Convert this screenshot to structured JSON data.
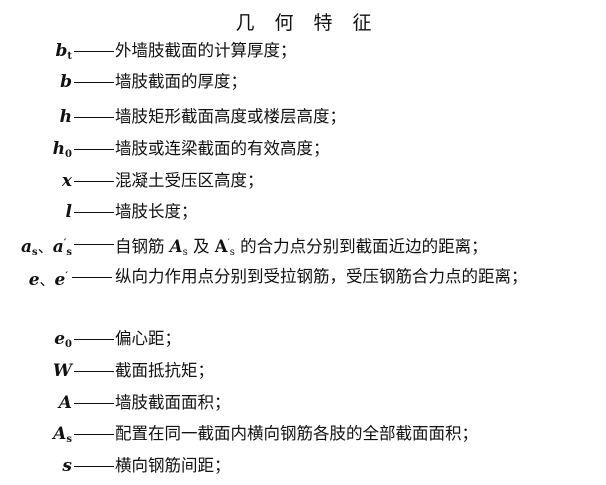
{
  "heading": "几 何 特 征",
  "entries": [
    {
      "symbol": "b",
      "sub": "t",
      "sup": "",
      "sym2": "",
      "sub2": "",
      "sup2": "",
      "description": "外墙肢截面的计算厚度；"
    },
    {
      "symbol": "b",
      "sub": "",
      "sup": "",
      "sym2": "",
      "sub2": "",
      "sup2": "",
      "description": "墙肢截面的厚度；"
    },
    {
      "symbol": "h",
      "sub": "",
      "sup": "",
      "sym2": "",
      "sub2": "",
      "sup2": "",
      "description": "墙肢矩形截面高度或楼层高度；"
    },
    {
      "symbol": "h",
      "sub": "0",
      "sup": "",
      "sym2": "",
      "sub2": "",
      "sup2": "",
      "description": "墙肢或连梁截面的有效高度；"
    },
    {
      "symbol": "x",
      "sub": "",
      "sup": "",
      "sym2": "",
      "sub2": "",
      "sup2": "",
      "description": "混凝土受压区高度；"
    },
    {
      "symbol": "l",
      "sub": "",
      "sup": "",
      "sym2": "",
      "sub2": "",
      "sup2": "",
      "description": "墙肢长度；"
    },
    {
      "symbol": "a",
      "sub": "s",
      "sup": "",
      "separator": "、",
      "sym2": "a",
      "sub2": "s",
      "sup2": "′",
      "description_pre": "自钢筋 ",
      "inline_sym1": "A",
      "inline_sub1": "s",
      "description_mid": " 及 ",
      "inline_sym2": "A",
      "inline_sub2": "s",
      "inline_sup2": "′",
      "description_post": " 的合力点分别到截面近边的距离；"
    },
    {
      "symbol": "e",
      "sub": "",
      "sup": "",
      "separator": "、",
      "sym2": "e",
      "sub2": "",
      "sup2": "′",
      "description": "纵向力作用点分别到受拉钢筋，受压钢筋合力点的距离；"
    },
    {
      "symbol": "e",
      "sub": "0",
      "sup": "",
      "sym2": "",
      "sub2": "",
      "sup2": "",
      "description": "偏心距；"
    },
    {
      "symbol": "W",
      "sub": "",
      "sup": "",
      "sym2": "",
      "sub2": "",
      "sup2": "",
      "description": "截面抵抗矩；"
    },
    {
      "symbol": "A",
      "sub": "",
      "sup": "",
      "sym2": "",
      "sub2": "",
      "sup2": "",
      "description": "墙肢截面面积；"
    },
    {
      "symbol": "A",
      "sub": "s",
      "sup": "",
      "sym2": "",
      "sub2": "",
      "sup2": "",
      "description": "配置在同一截面内横向钢筋各肢的全部截面面积；"
    },
    {
      "symbol": "s",
      "sub": "",
      "sup": "",
      "sym2": "",
      "sub2": "",
      "sup2": "",
      "description": "横向钢筋间距；"
    }
  ]
}
